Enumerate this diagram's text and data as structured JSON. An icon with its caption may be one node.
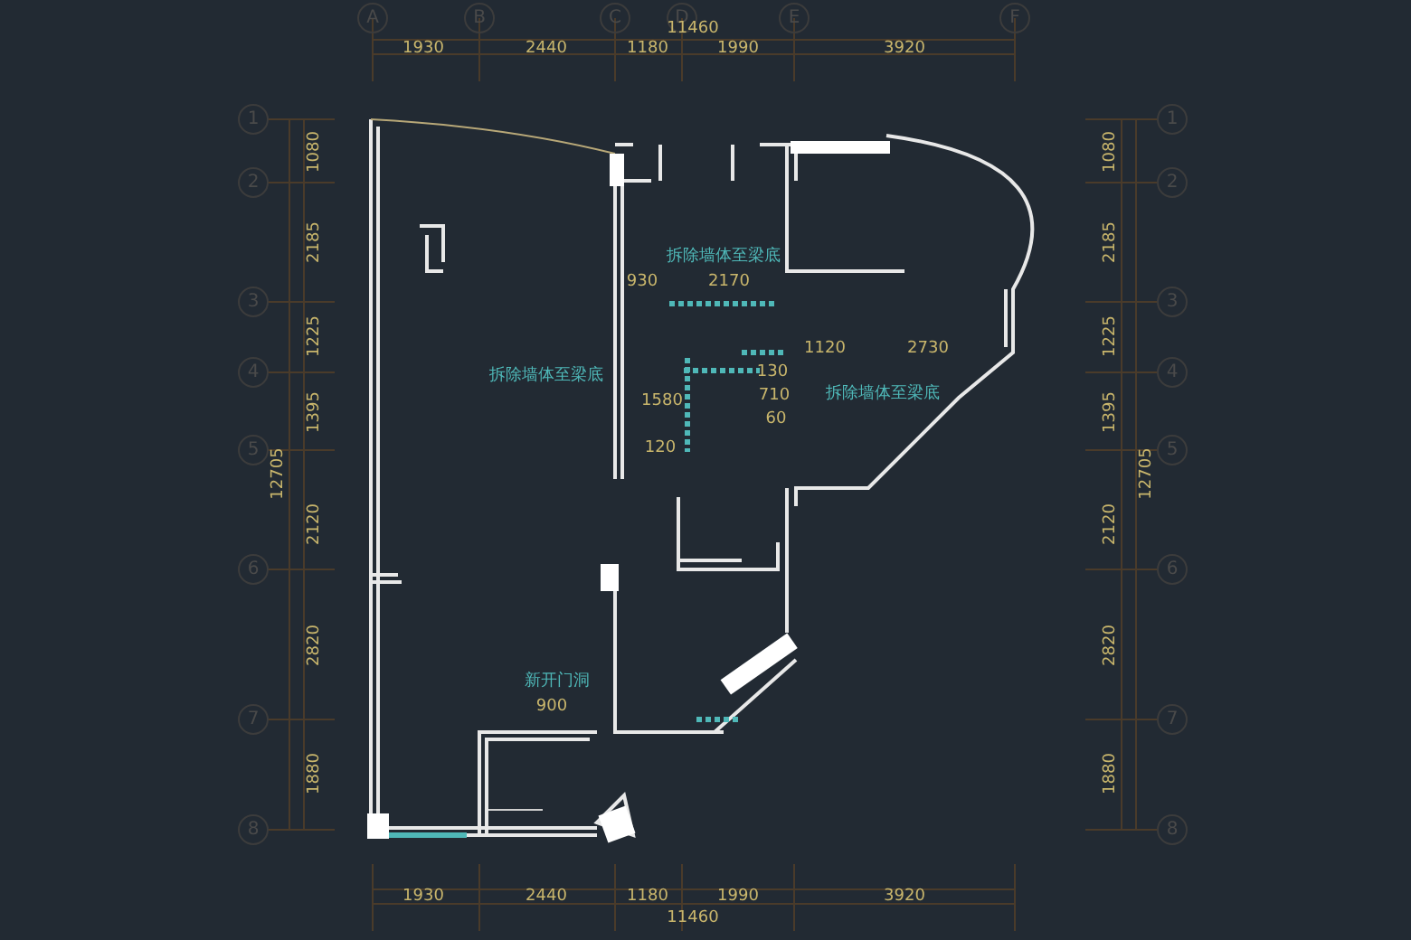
{
  "diagram": {
    "labels": [
      "A",
      "B",
      "C",
      "D",
      "E",
      "F",
      "11460",
      "1930",
      "2440",
      "1180",
      "1990",
      "3920",
      "1",
      "2",
      "3",
      "4",
      "5",
      "6",
      "7",
      "8",
      "1080",
      "2185",
      "1225",
      "1395",
      "12705",
      "2120",
      "2820",
      "1880",
      "拆除墙体至梁底",
      "930",
      "2170",
      "1120",
      "2730",
      "拆除墙体至梁底",
      "130",
      "1580",
      "710",
      "拆除墙体至梁底",
      "60",
      "120",
      "新开门洞",
      "900",
      "1080",
      "2185",
      "1225",
      "1395",
      "12705",
      "2120",
      "2820",
      "1880",
      "1",
      "2",
      "3",
      "4",
      "5",
      "6",
      "7",
      "8",
      "1930",
      "2440",
      "1180",
      "1990",
      "3920",
      "11460"
    ]
  }
}
